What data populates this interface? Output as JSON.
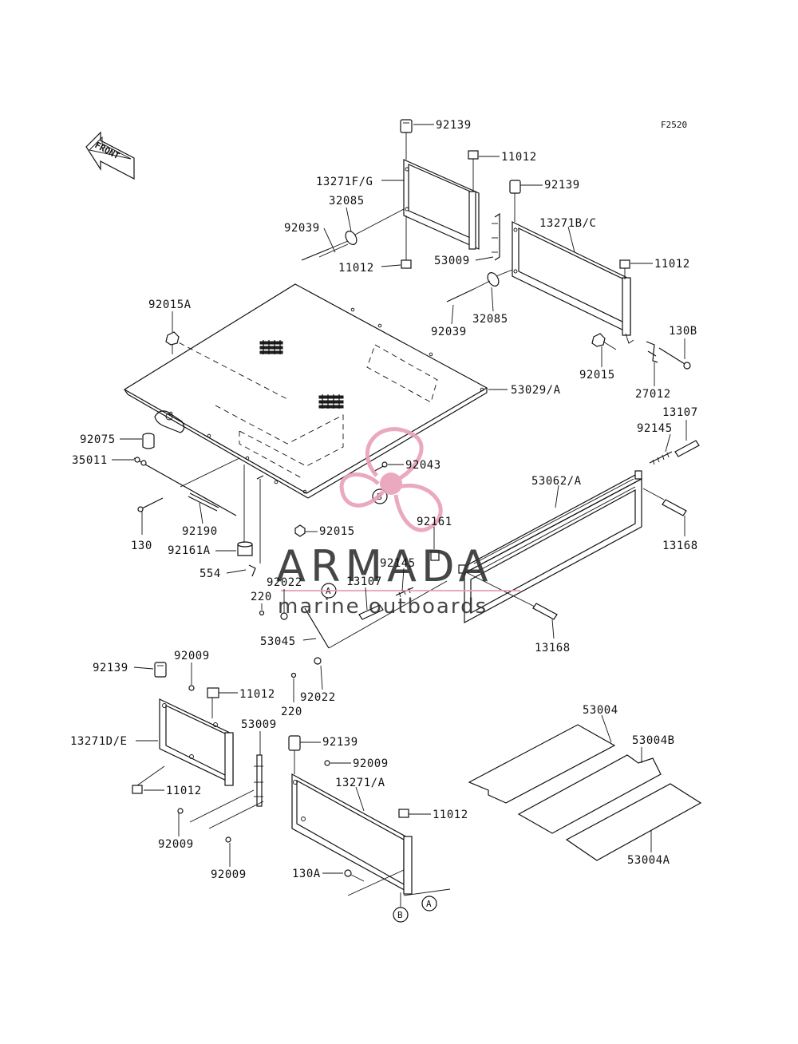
{
  "diagram": {
    "figure_code": "F2520",
    "front_label": "FRONT",
    "watermark": {
      "brand": "ARMADA",
      "tagline": "marine outboards",
      "logo_color": "#e8a0b8"
    },
    "callouts": {
      "A": "A",
      "B": "B"
    },
    "parts": [
      "92139",
      "11012",
      "13271F/G",
      "32085",
      "92039",
      "11012",
      "53009",
      "92139",
      "13271B/C",
      "11012",
      "92039",
      "32085",
      "92015A",
      "92015",
      "130B",
      "27012",
      "53029/A",
      "13107",
      "92145",
      "92075",
      "35011",
      "92043",
      "53062/A",
      "130",
      "92190",
      "92161A",
      "92161",
      "13168",
      "92015",
      "554",
      "92022",
      "92145",
      "13107",
      "220",
      "53045",
      "13168",
      "92139",
      "92009",
      "11012",
      "220",
      "92022",
      "13271D/E",
      "53009",
      "92139",
      "92009",
      "13271/A",
      "53004",
      "53004B",
      "11012",
      "11012",
      "92009",
      "92009",
      "130A",
      "53004A"
    ]
  }
}
